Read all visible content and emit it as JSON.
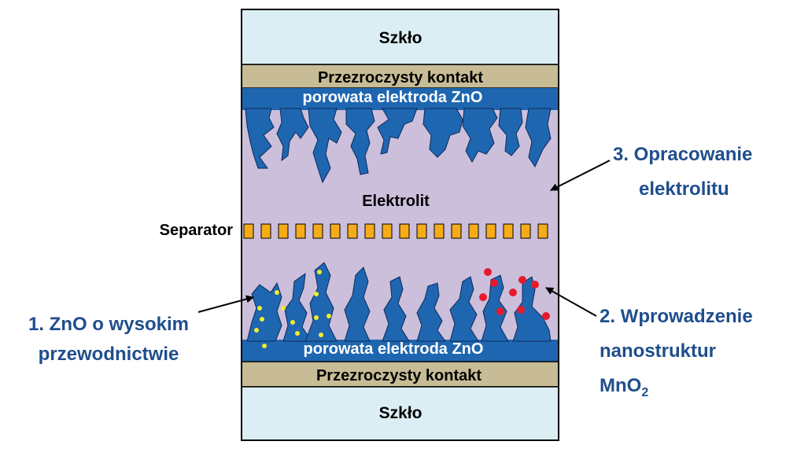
{
  "colors": {
    "glass": "#dbeef3",
    "contact": "#c7bc96",
    "electrolyte": "#ccbfdb",
    "electrode": "#1f66b0",
    "separator": "#f5ac18",
    "callout_text": "#1f4e8c",
    "dot_yellow": "#f2ee2a",
    "dot_red": "#e8192c"
  },
  "icons": {
    "pointer": "arrow-icon"
  },
  "layers": {
    "glass_top": "Szkło",
    "contact_top": "Przezroczysty kontakt",
    "electrode_top": "porowata elektroda ZnO",
    "electrolyte": "Elektrolit",
    "electrode_bottom": "porowata elektroda ZnO",
    "contact_bottom": "Przezroczysty kontakt",
    "glass_bottom": "Szkło"
  },
  "separator_label": "Separator",
  "callouts": {
    "c1_line1": "1. ZnO o wysokim",
    "c1_line2": "przewodnictwie",
    "c2_line1": "2. Wprowadzenie",
    "c2_line2": "nanostruktur",
    "c2_line3_main": "MnO",
    "c2_line3_sub": "2",
    "c3_line1": "3. Opracowanie",
    "c3_line2": "elektrolitu"
  }
}
